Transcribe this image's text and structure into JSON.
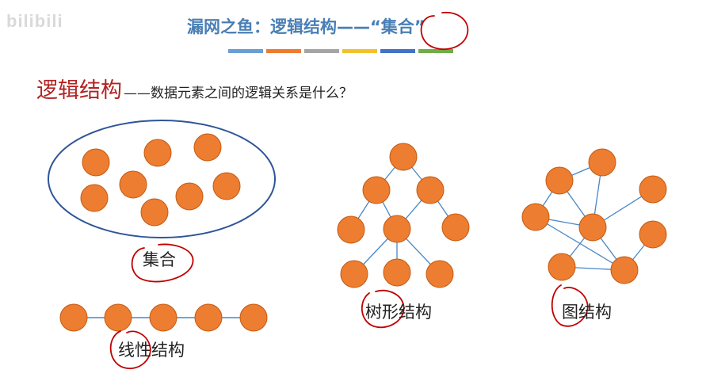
{
  "watermark": "bilibili",
  "title": "漏网之鱼：逻辑结构——“集合”",
  "color_bar": [
    "#6a9fd3",
    "#ec7c30",
    "#a5a5a5",
    "#f2c12e",
    "#4472c4",
    "#70ad47"
  ],
  "subtitle": {
    "main": "逻辑结构",
    "rest": "——数据元素之间的逻辑关系是什么？"
  },
  "structures": {
    "set": "集合",
    "linear": "线性结构",
    "tree": "树形结构",
    "graph": "图结构"
  },
  "colors": {
    "node_fill": "#ed7d31",
    "node_stroke": "#c55a11",
    "edge": "#4a86c5",
    "ellipse": "#2e5597",
    "annotation": "#c00000"
  }
}
